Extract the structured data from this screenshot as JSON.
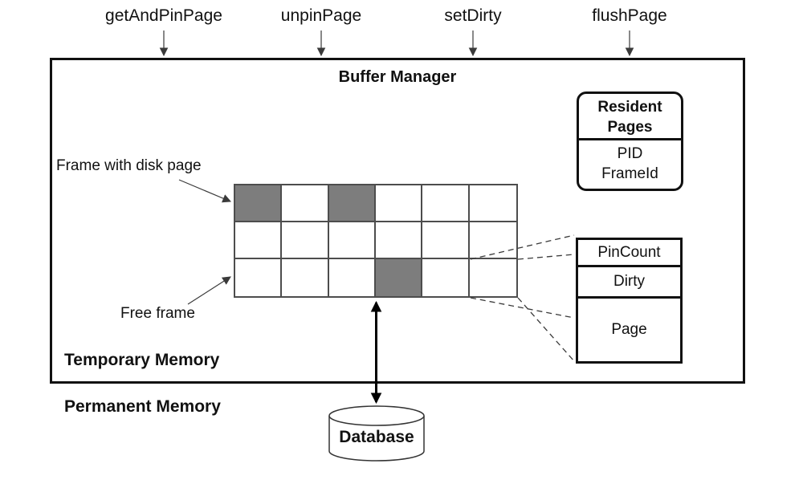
{
  "colors": {
    "frame_occupied": "#7d7d7d",
    "frame_free": "#ffffff",
    "line": "#111111"
  },
  "api_calls": {
    "items": [
      {
        "label": "getAndPinPage"
      },
      {
        "label": "unpinPage"
      },
      {
        "label": "setDirty"
      },
      {
        "label": "flushPage"
      }
    ]
  },
  "buffer_manager": {
    "title": "Buffer Manager",
    "temporary_memory_label": "Temporary Memory",
    "annotations": {
      "frame_with_disk_page": "Frame with disk page",
      "free_frame": "Free frame"
    },
    "resident_pages": {
      "title": "Resident\nPages",
      "entry": "PID\nFrameId"
    },
    "frame_pool": {
      "rows": 3,
      "cols": 6,
      "occupied_cells": [
        [
          0,
          0
        ],
        [
          0,
          2
        ],
        [
          2,
          3
        ]
      ]
    },
    "frame_detail": {
      "fields": [
        "PinCount",
        "Dirty",
        "Page"
      ]
    }
  },
  "permanent_memory_label": "Permanent Memory",
  "database_label": "Database"
}
